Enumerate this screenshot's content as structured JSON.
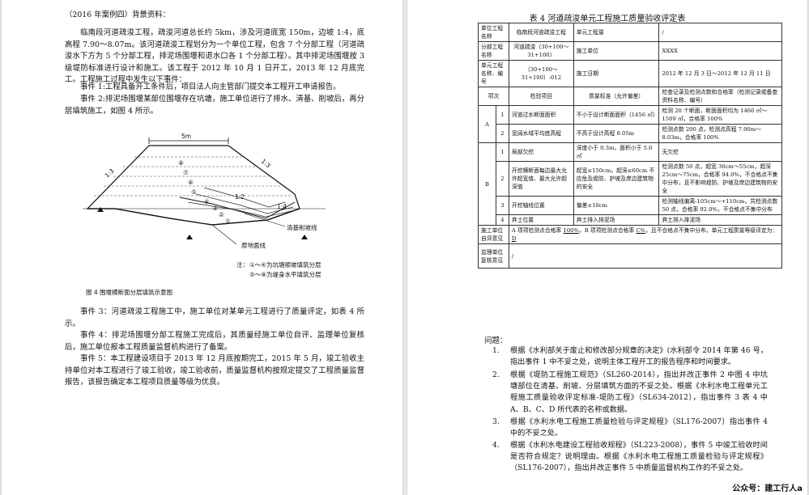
{
  "left": {
    "case_header": "（2016 年案例四）背景资料：",
    "para1": "临南段河道疏浚工程，疏浚河道总长约 5km，涉及河道底宽 150m，边坡 1:4，底高程 7.90～8.07m。该河道疏浚工程划分为一个单位工程，包含 7 个分部工程（河道疏浚水下方为 5 个分部工程，排泥场围堰和退水口各 1 个分部工程）。其中排泥场围堰按 3 级堤防标准进行设计和施工。该工程于 2012 年 10 月 1 日开工，2013 年 12 月底完工。工程施工过程中发生以下事件：",
    "event1": "事件 1:工程具备开工条件后，项目法人向主管部门提交本工程开工申请报告。",
    "event2": "事件 2:排泥场围堰某部位围堰存在坑塘，施工单位进行了排水、清基、削坡后，再分层填筑施工，如图 4 所示。",
    "figure": {
      "width_label": "5m",
      "slope_left": "1:3",
      "slope_right": "1:3",
      "slope_mid": "1:2",
      "slope_low": "1:4",
      "layer_nums": [
        "①",
        "②",
        "③",
        "④",
        "⑤",
        "⑥",
        "⑦",
        "⑧"
      ],
      "callout1": "清基削坡线",
      "callout2": "原地面线",
      "note_prefix": "注：",
      "note1": "①～④为坑塘顺坡填筑分层",
      "note2": "⑤～⑧为堤身水平填筑分层",
      "caption": "图 4 围堰横断面分层填筑示意图"
    },
    "event3": "事件 3：河道疏浚工程施工中，施工单位对某单元工程进行了质量评定，如表 4 所示。",
    "event4": "事件 4：排泥场围堰分部工程施工完成后，其质量经施工单位自评、监理单位复核后，施工单位报本工程质量监督机构进行了备案。",
    "event5": "事件 5：本工程建设项目于 2013 年 12 月底按期完工，2015 年 5 月，竣工验收主持单位对本工程进行了竣工验收，竣工验收前，质量监督机构按规定提交了工程质量监督报告，该报告确定本工程项目质量等级为优良。"
  },
  "right": {
    "table_title": "表 4 河道疏浚单元工程施工质量验收评定表",
    "r1": {
      "a": "单位工程名称",
      "b": "临南段河道疏浚工程",
      "c": "单元工程量",
      "d": "/"
    },
    "r2": {
      "a": "分部工程名称",
      "b": "河道疏浚（30+100～31+100）",
      "c": "施工单位",
      "d": "XXXX"
    },
    "r3": {
      "a": "单元工程名称、编号",
      "b": "（30+100～31+100）-012",
      "c": "施工日期",
      "d": "2012 年 12 月 3 日～2012 年 12 月 11 日"
    },
    "h": {
      "a": "项次",
      "b": "检验项目",
      "c": "质量标准（允许偏差）",
      "d": "检查记录及检测点数和合格率（检测记录或备查资料名称、编号）"
    },
    "cat_a": "A",
    "cat_b": "B",
    "rows": [
      {
        "n": "1",
        "item": "河道过水断面面积",
        "std": "不小于设计断面面积（1456 ㎡）",
        "rec": "检测 20 个断面，断面面积均为 1466 ㎡～1509 ㎡，合格率 100%"
      },
      {
        "n": "2",
        "item": "宽阔水域平均底高程",
        "std": "不高于设计高程 8.05m",
        "rec": "检测点数 200 点，检测点高程 7.90m～8.03m，合格率 100%"
      },
      {
        "n": "1",
        "item": "局部欠挖",
        "std": "深度小于 0.3m，面积小于 5.0 ㎡",
        "rec": "无欠挖"
      },
      {
        "n": "2",
        "item": "开挖横断面每边最大允许超宽值、最大允许超深值",
        "std": "超宽≤150cm，超深≤60cm 不应危及堤防、护坡及岸边建筑物的安全",
        "rec": "检测点数 50 点，超宽 30cm～55cm，超深 25cm～75cm，合格率 94.0%，不合格点不集中分布，且不影响堤防、护坡及岸边建筑物的安全"
      },
      {
        "n": "3",
        "item": "开挖轴线位置",
        "std": "偏差±10cm",
        "rec": "检测轴线偏离-105cm～+110cm，共检测点数 50 点，合格率 92.0%，不合格点不集中分布"
      },
      {
        "n": "4",
        "item": "弃土位置",
        "std": "弃土排入排泥场",
        "rec": "弃土排入排泥场"
      }
    ],
    "sg": {
      "a": "施工单位自评意见",
      "b_pre": "A 项项检测点合格率 ",
      "b_v1": "100%",
      "b_mid": "，B 项项检测点合格率 ",
      "b_v2": "C%",
      "b_post": "，且不合格点不集中分布，单元工程质量等级评定为：",
      "b_v3": "D"
    },
    "jl": {
      "a": "监理单位复核意见",
      "b": "/"
    },
    "q_header": "问题：",
    "questions": [
      {
        "n": "1.",
        "t": "根据《水利部关于废止和修改部分规章的决定》(水利部令 2014 年第 46 号，指出事件 1 中不妥之处，说明主体工程开工的报告程序和时间要求。"
      },
      {
        "n": "2.",
        "t": "根据《堤防工程施工规范》（SL260-2014），指出并改正事件 2 中图 4 中坑塘部位在清基、削坡、分层填筑方面的不妥之处。根据《水利水电工程单元工程施工质量验收评定标准-堤防工程》（SL634-2012），指出事件 3 表 4 中 A、B、C、D 所代表的名称或数据。"
      },
      {
        "n": "3.",
        "t": "根据《水利水电工程施工质量检验与评定规程》（SL176-2007）指出事件 4 中的不妥之处。"
      },
      {
        "n": "4.",
        "t": "根据《水利水电建设工程验收规程》（SL223-2008），事件 5 中竣工验收时间是否符合规定？说明理由。根据《水利水电工程施工质量检验与评定规程》（SL176-2007），指出并改正事件 5 中质量监督机构工作的不妥之处。"
      }
    ],
    "footer": "公众号：建工行人a"
  }
}
